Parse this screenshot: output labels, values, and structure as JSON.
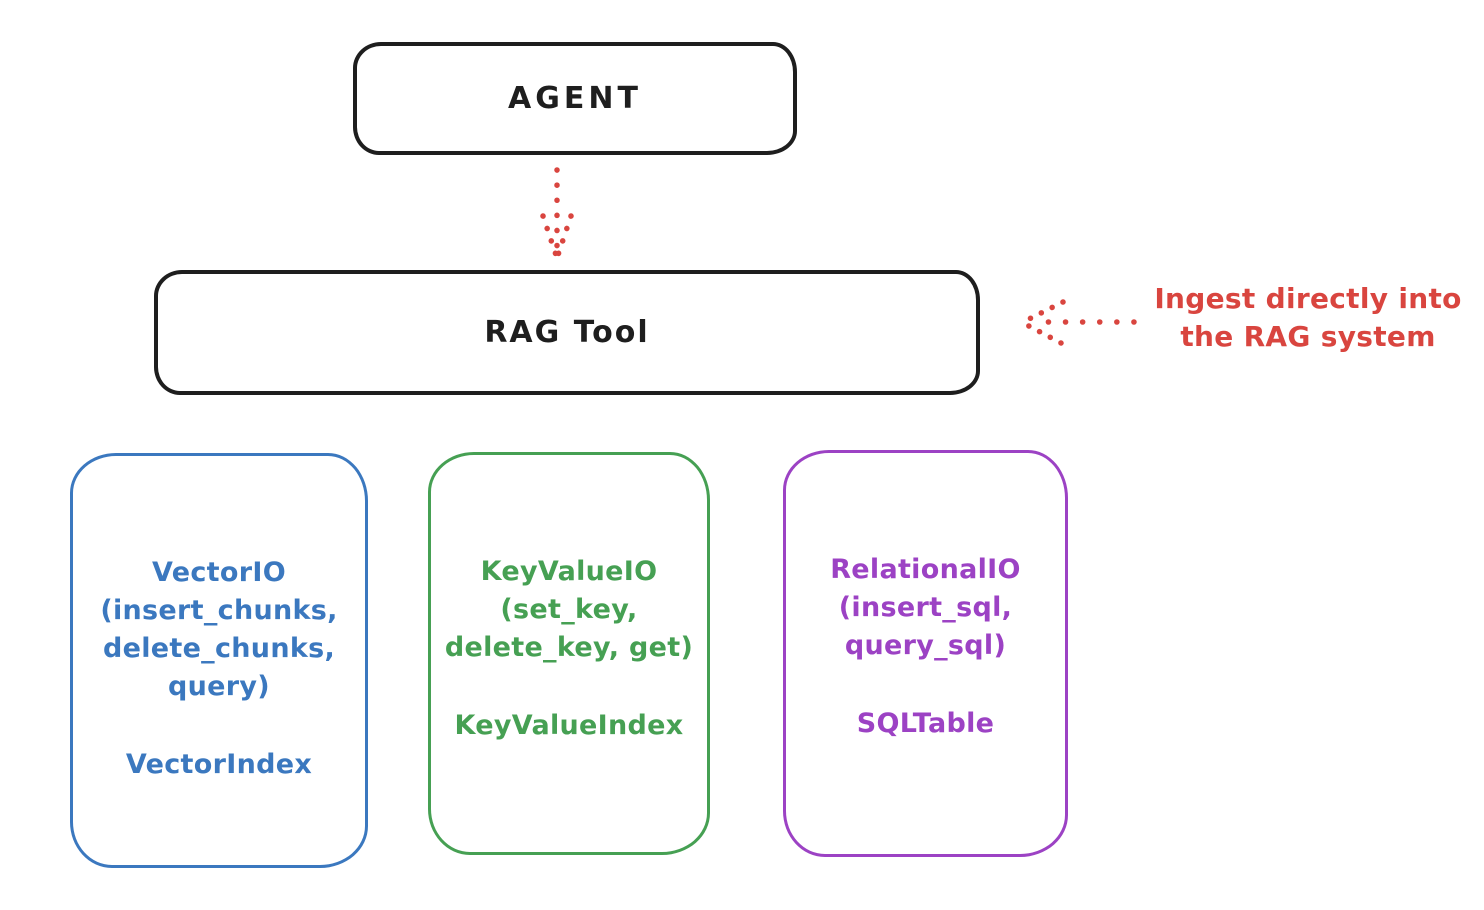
{
  "agent": {
    "label": "AGENT"
  },
  "rag_tool": {
    "label": "RAG Tool"
  },
  "annotation": {
    "line1": "Ingest directly into",
    "line2": "the RAG system"
  },
  "backends": [
    {
      "name": "VectorIO",
      "signature_lines": [
        "(insert_chunks,",
        "delete_chunks,",
        "query)"
      ],
      "index": "VectorIndex",
      "color": "#3b78bf"
    },
    {
      "name": "KeyValueIO",
      "signature_lines": [
        "(set_key,",
        "delete_key, get)"
      ],
      "index": "KeyValueIndex",
      "color": "#46a053"
    },
    {
      "name": "RelationalIO",
      "signature_lines": [
        "(insert_sql,",
        "query_sql)"
      ],
      "index": "SQLTable",
      "color": "#9c42c4"
    }
  ],
  "arrows": [
    {
      "name": "agent-to-rag-tool",
      "style": "dotted",
      "direction": "down",
      "color": "#d9453f"
    },
    {
      "name": "annotation-to-rag-tool",
      "style": "dotted",
      "direction": "left",
      "color": "#d9453f"
    }
  ],
  "colors": {
    "ink": "#1e1e1e",
    "red": "#d9453f",
    "blue": "#3b78bf",
    "green": "#46a053",
    "purple": "#9c42c4",
    "bg": "#ffffff"
  }
}
